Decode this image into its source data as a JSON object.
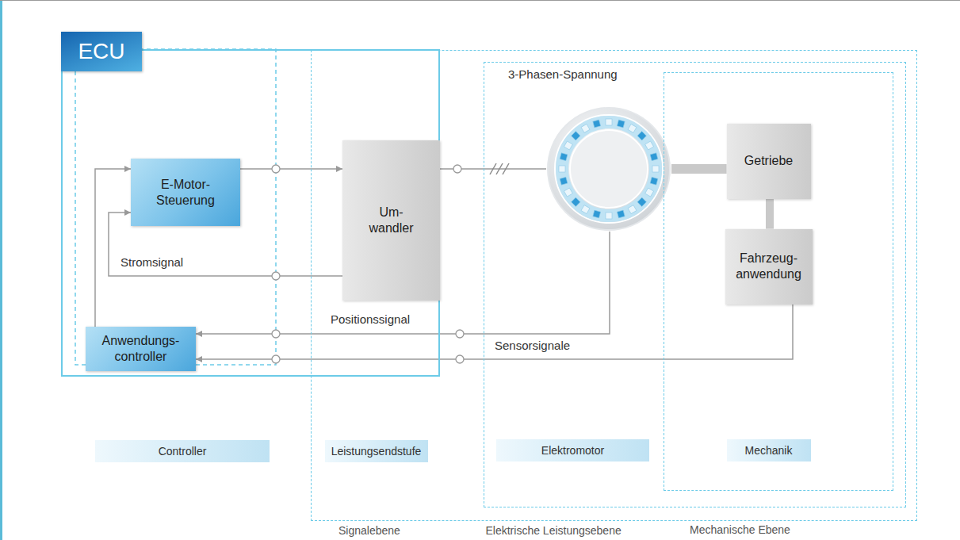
{
  "diagram": {
    "nodes": [
      {
        "text": [
          "ECU"
        ]
      },
      {
        "text": [
          "E-Motor- Steuerung"
        ],
        "in": 0
      },
      {
        "text": [
          "Um- wandler"
        ],
        "in": 0
      },
      {
        "text": [
          "Anwendungs- controller"
        ],
        "in": 0
      },
      {
        "text": [
          "Signalebene"
        ]
      },
      {
        "text": [
          "Elektrische Leistungsebene"
        ],
        "in": 4
      },
      {
        "text": [
          "3-Phasen-Spannung"
        ],
        "in": 5
      },
      {
        "text": [
          "Mechanische Ebene"
        ],
        "in": 5
      },
      {
        "text": [
          "Getriebe"
        ],
        "in": 7
      },
      {
        "text": [
          "Fahrzeug- anwendung"
        ],
        "in": 7
      },
      {
        "text": [
          "Controller"
        ]
      },
      {
        "text": [
          "Leistungsendstufe"
        ],
        "in": 4
      },
      {
        "text": [
          "Elektromotor"
        ],
        "in": 5
      },
      {
        "text": [
          "Mechanik"
        ],
        "in": 7
      }
    ],
    "edges": [
      {
        "from": 1,
        "to": 2,
        "arrow": "to"
      },
      {
        "from": 2,
        "to": 6,
        "arrow": "none"
      },
      {
        "from": 2,
        "to": 1,
        "label": "Stromsignal",
        "arrow": "to"
      },
      {
        "from": 6,
        "to": 3,
        "label": "Positionssignal",
        "arrow": "to"
      },
      {
        "from": 9,
        "to": 3,
        "label": "Sensorsignale",
        "arrow": "to"
      },
      {
        "from": 3,
        "to": 1,
        "arrow": "to"
      },
      {
        "from": 6,
        "to": 8,
        "arrow": "none"
      },
      {
        "from": 8,
        "to": 9,
        "arrow": "none"
      }
    ]
  }
}
